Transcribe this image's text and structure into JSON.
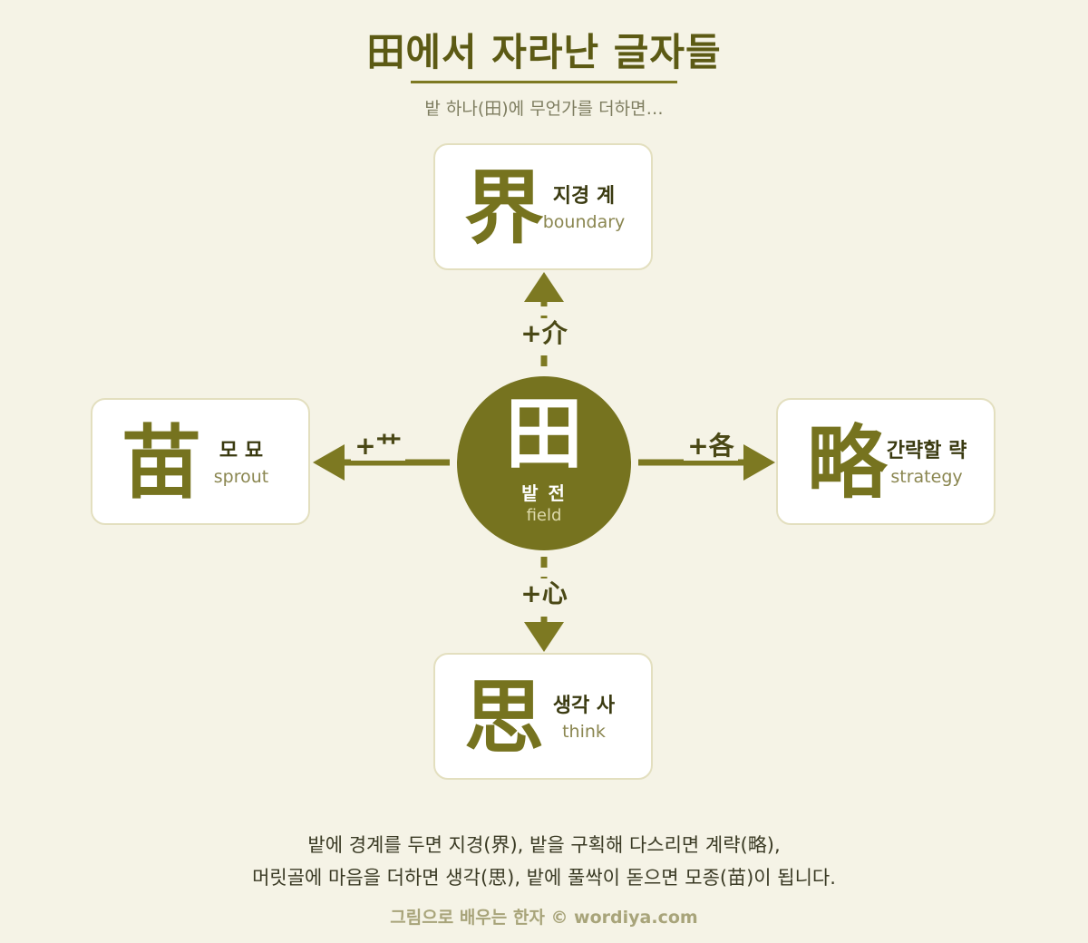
{
  "title": "田에서 자라난 글자들",
  "subtitle": "밭 하나(田)에 무언가를 더하면…",
  "center": {
    "hanzi": "田",
    "korean": "밭 전",
    "english": "field"
  },
  "cards": {
    "top": {
      "hanzi": "界",
      "korean": "지경 계",
      "english": "boundary"
    },
    "right": {
      "hanzi": "略",
      "korean": "간략할 략",
      "english": "strategy"
    },
    "bottom": {
      "hanzi": "思",
      "korean": "생각 사",
      "english": "think"
    },
    "left": {
      "hanzi": "苗",
      "korean": "모 묘",
      "english": "sprout"
    }
  },
  "operators": {
    "top": "+介",
    "right": "+各",
    "bottom": "+心",
    "left": "+艹"
  },
  "caption": {
    "line1": "밭에 경계를 두면 지경(界), 밭을 구획해 다스리면 계략(略),",
    "line2": "머릿골에 마음을 더하면 생각(思), 밭에 풀싹이 돋으면 모종(苗)이 됩니다."
  },
  "credit": "그림으로 배우는 한자 © wordiya.com",
  "colors": {
    "background": "#f5f3e6",
    "accent": "#76731f",
    "card_border": "#e3dfbf"
  }
}
